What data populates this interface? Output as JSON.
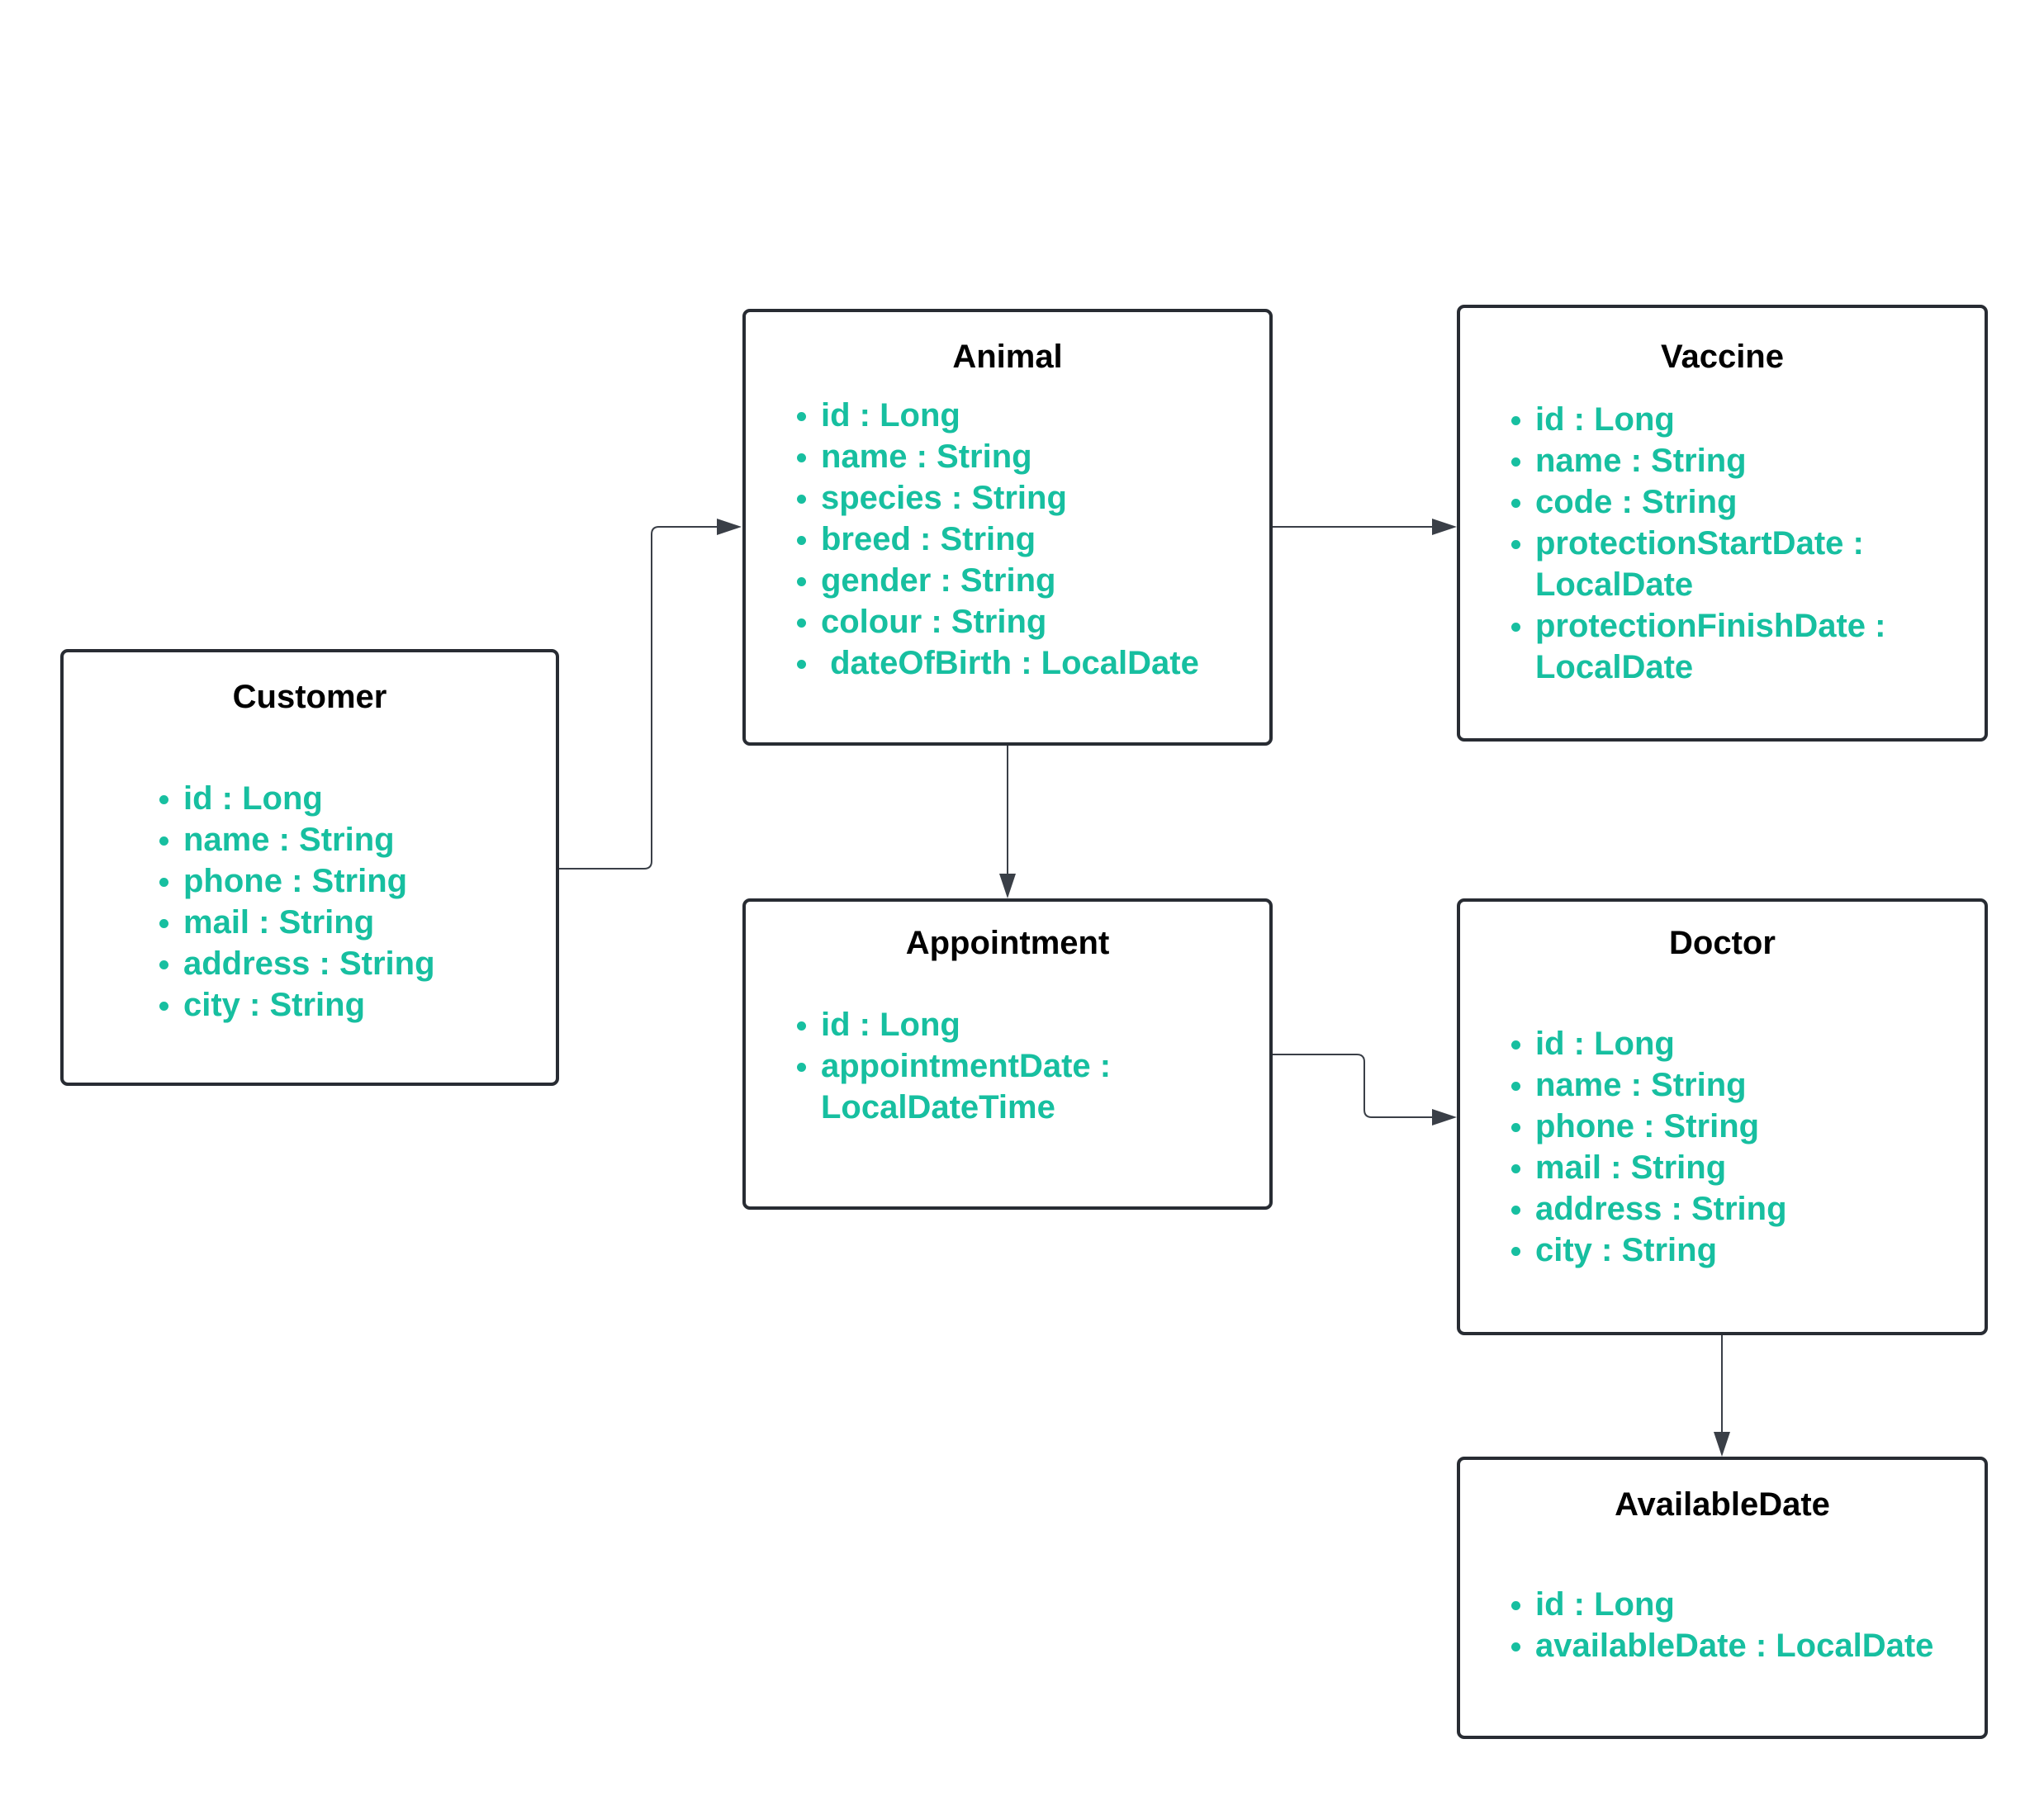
{
  "entities": {
    "customer": {
      "title": "Customer",
      "fields": [
        "id : Long",
        "name : String",
        "phone : String",
        "mail : String",
        "address : String",
        "city : String"
      ]
    },
    "animal": {
      "title": "Animal",
      "fields": [
        "id : Long",
        "name : String",
        "species : String",
        "breed : String",
        "gender : String",
        "colour : String",
        " dateOfBirth : LocalDate"
      ]
    },
    "vaccine": {
      "title": "Vaccine",
      "fields": [
        "id : Long",
        "name : String",
        "code : String",
        "protectionStartDate :",
        "LocalDate",
        "protectionFinishDate :",
        "LocalDate"
      ]
    },
    "appointment": {
      "title": "Appointment",
      "fields": [
        "id : Long",
        "appointmentDate :",
        "LocalDateTime"
      ]
    },
    "doctor": {
      "title": "Doctor",
      "fields": [
        "id : Long",
        "name : String",
        "phone : String",
        "mail : String",
        "address : String",
        "city : String"
      ]
    },
    "availabledate": {
      "title": "AvailableDate",
      "fields": [
        "id : Long",
        "availableDate : LocalDate"
      ]
    }
  },
  "colors": {
    "border": "#282c33",
    "title": "#000000",
    "field": "#17bfa0",
    "connector": "#3a3f47"
  }
}
